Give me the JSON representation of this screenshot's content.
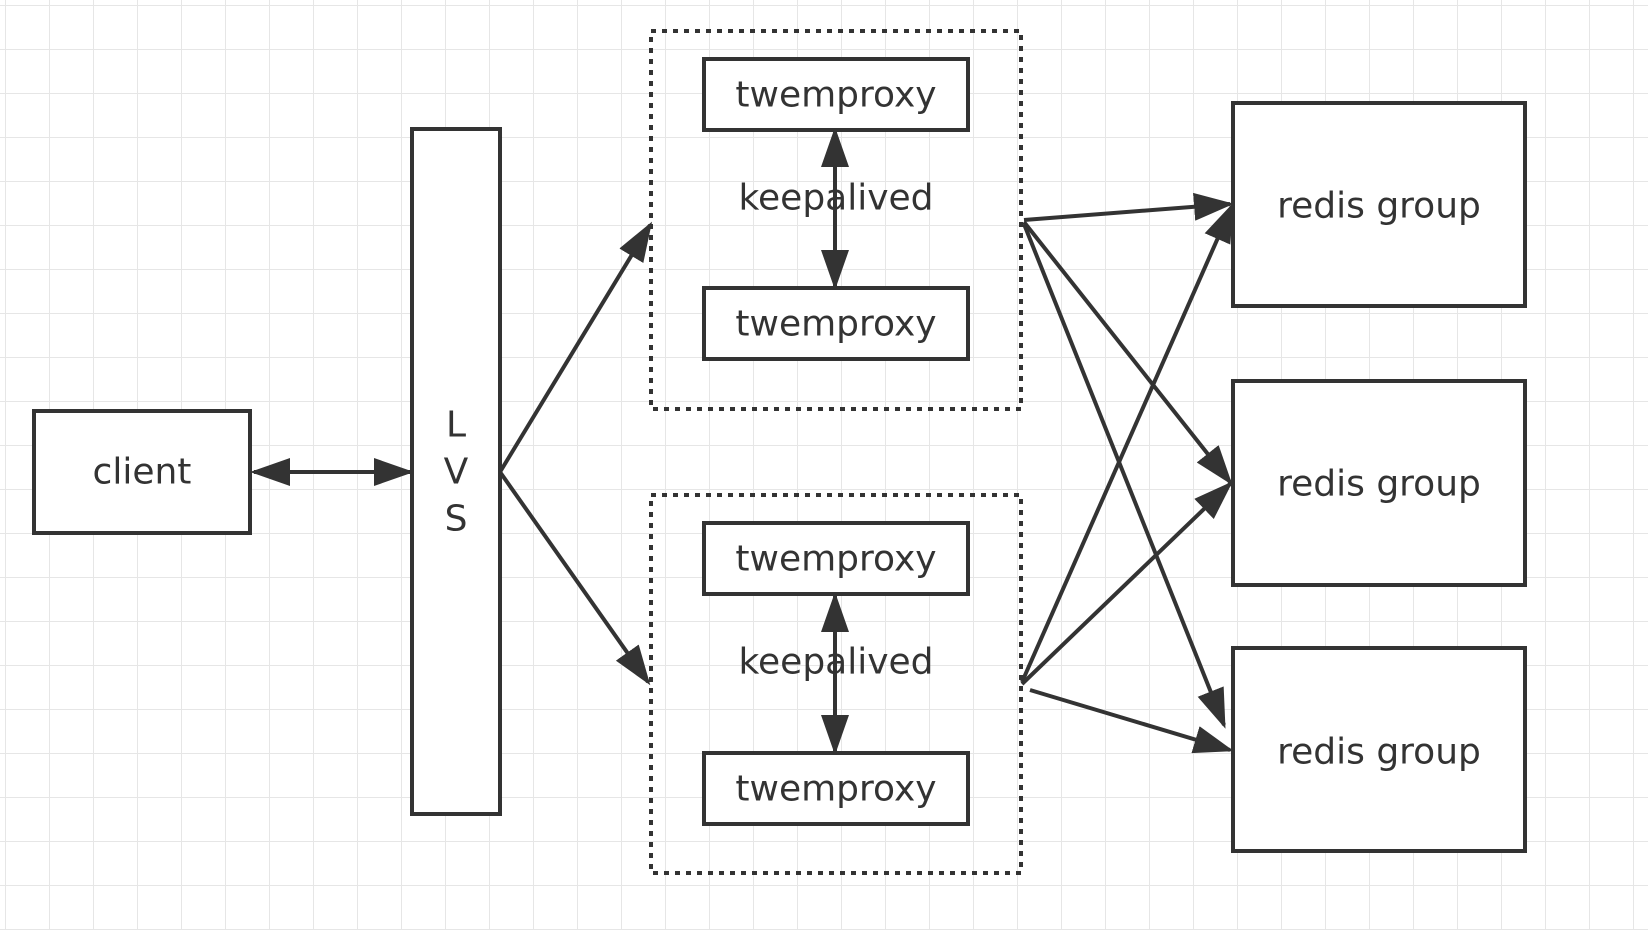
{
  "nodes": {
    "client": "client",
    "lvs": [
      "L",
      "V",
      "S"
    ],
    "proxy_top_a": "twemproxy",
    "proxy_top_b": "twemproxy",
    "proxy_bottom_a": "twemproxy",
    "proxy_bottom_b": "twemproxy",
    "keepalived_top": "keepalived",
    "keepalived_bottom": "keepalived",
    "redis_1": "redis group",
    "redis_2": "redis group",
    "redis_3": "redis group"
  },
  "colors": {
    "stroke": "#333333",
    "background": "#ffffff",
    "grid": "#e6e6e6"
  }
}
